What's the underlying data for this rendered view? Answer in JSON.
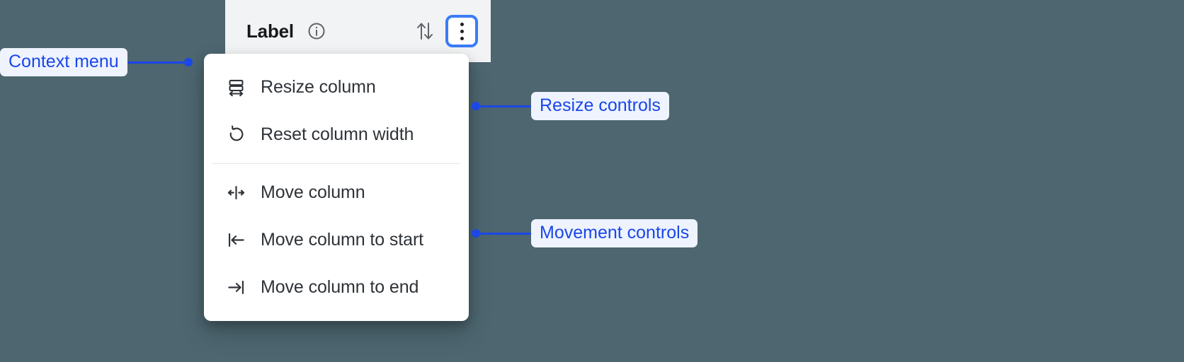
{
  "colors": {
    "background": "#4d6670",
    "panel_header": "#f1f3f4",
    "menu_surface": "#ffffff",
    "accent_focus_ring": "#3b7cf7",
    "annotation_text": "#1a47e8",
    "annotation_pill_bg": "#eef3fe",
    "menu_text": "#2e3338",
    "divider": "#e2e4e6"
  },
  "header": {
    "title": "Label",
    "info_icon": "info-circle-icon",
    "sort_icon": "sort-up-down-icon",
    "overflow_icon": "kebab-menu-icon"
  },
  "context_menu": {
    "groups": [
      {
        "name": "resize",
        "items": [
          {
            "icon": "resize-column-icon",
            "label": "Resize column"
          },
          {
            "icon": "reset-width-icon",
            "label": "Reset column width"
          }
        ]
      },
      {
        "name": "movement",
        "items": [
          {
            "icon": "move-column-icon",
            "label": "Move column"
          },
          {
            "icon": "move-to-start-icon",
            "label": "Move column to start"
          },
          {
            "icon": "move-to-end-icon",
            "label": "Move column to end"
          }
        ]
      }
    ]
  },
  "annotations": [
    {
      "id": "context-menu",
      "label": "Context menu",
      "side": "left"
    },
    {
      "id": "resize",
      "label": "Resize controls",
      "side": "right"
    },
    {
      "id": "movement",
      "label": "Movement controls",
      "side": "right"
    }
  ]
}
